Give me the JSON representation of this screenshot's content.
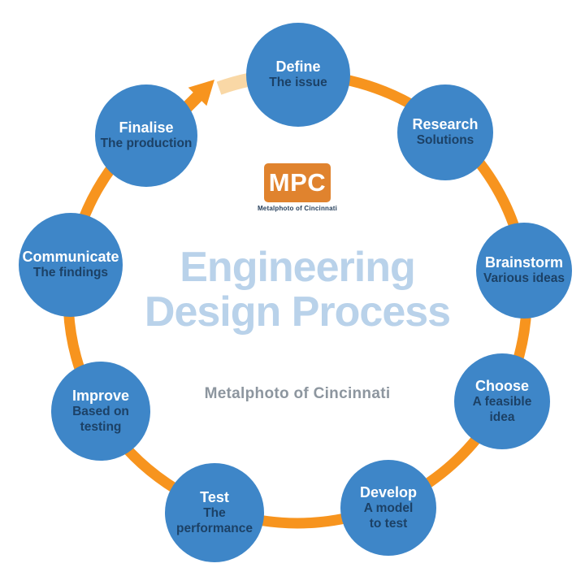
{
  "title": {
    "line1": "Engineering",
    "line2": "Design Process"
  },
  "subtitle": "Metalphoto of Cincinnati",
  "logo": {
    "text": "MPC",
    "caption": "Metalphoto of Cincinnati"
  },
  "steps": [
    {
      "title": "Define",
      "subtitle": "The issue"
    },
    {
      "title": "Research",
      "subtitle": "Solutions"
    },
    {
      "title": "Brainstorm",
      "subtitle": "Various ideas"
    },
    {
      "title": "Choose",
      "subtitle": "A feasible\nidea"
    },
    {
      "title": "Develop",
      "subtitle": "A model\nto test"
    },
    {
      "title": "Test",
      "subtitle": "The\nperformance"
    },
    {
      "title": "Improve",
      "subtitle": "Based on\ntesting"
    },
    {
      "title": "Communicate",
      "subtitle": "The findings"
    },
    {
      "title": "Finalise",
      "subtitle": "The production"
    }
  ],
  "colors": {
    "circle_blue": "#3E86C8",
    "ring_orange": "#F7941E",
    "ring_restart_pale": "#F9D8A6",
    "title_light_blue": "#B9D2EA",
    "step_subtitle_navy": "#1C4166",
    "subtitle_gray": "#8D969F",
    "logo_orange": "#E0832E",
    "background": "#FFFFFF"
  }
}
